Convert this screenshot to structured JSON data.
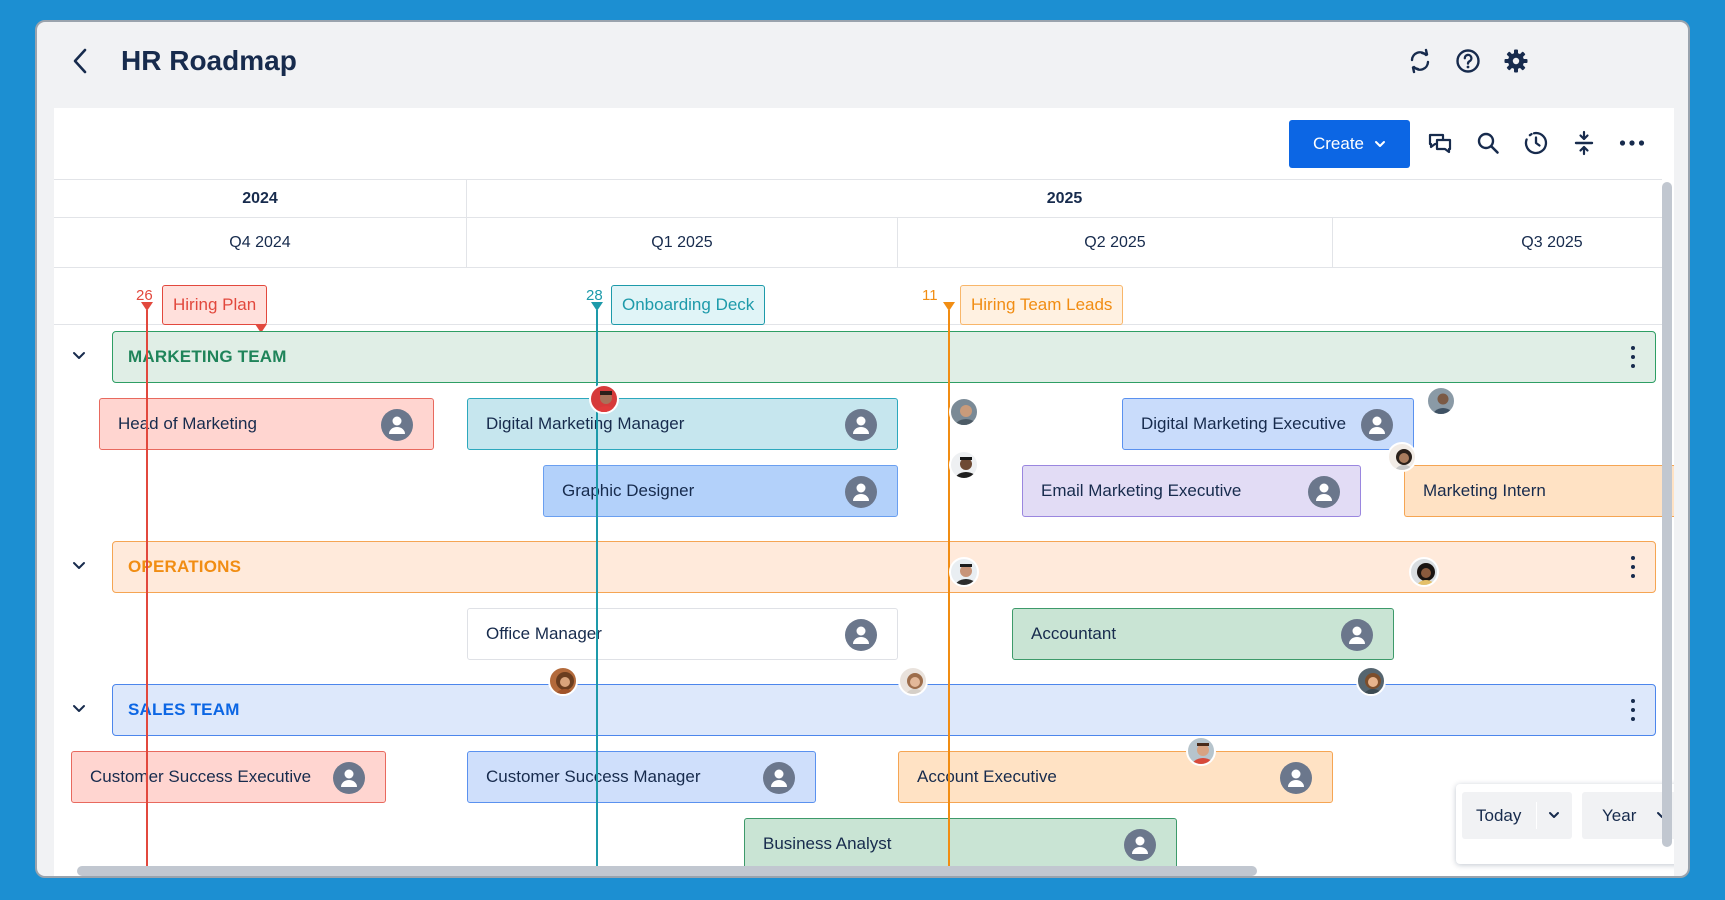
{
  "header": {
    "title": "HR Roadmap",
    "icons": [
      "chevron-left-icon",
      "sync-icon",
      "help-icon",
      "gear-icon"
    ]
  },
  "toolbar": {
    "create_label": "Create",
    "icons": [
      "comments-icon",
      "search-icon",
      "history-icon",
      "collapse-icon",
      "more-icon"
    ]
  },
  "timeline": {
    "years": [
      "2024",
      "2025"
    ],
    "quarters": [
      "Q4 2024",
      "Q1 2025",
      "Q2 2025",
      "Q3 2025"
    ]
  },
  "milestones": [
    {
      "date": "26",
      "label": "Hiring Plan",
      "color": "#e2483d"
    },
    {
      "date": "28",
      "label": "Onboarding Deck",
      "color": "#1d9aaa"
    },
    {
      "date": "11",
      "label": "Hiring Team Leads",
      "color": "#f18d13"
    }
  ],
  "groups": [
    {
      "name": "MARKETING TEAM",
      "color": "#1f845a",
      "items": [
        "Head of Marketing",
        "Digital Marketing Manager",
        "Digital Marketing Executive",
        "Graphic Designer",
        "Email Marketing Executive",
        "Marketing Intern"
      ]
    },
    {
      "name": "OPERATIONS",
      "color": "#f18d13",
      "items": [
        "Office Manager",
        "Accountant"
      ]
    },
    {
      "name": "SALES TEAM",
      "color": "#0c66e4",
      "items": [
        "Customer Success Executive",
        "Customer Success Manager",
        "Account Executive",
        "Business Analyst"
      ]
    }
  ],
  "nav": {
    "today_label": "Today",
    "zoom_label": "Year"
  }
}
